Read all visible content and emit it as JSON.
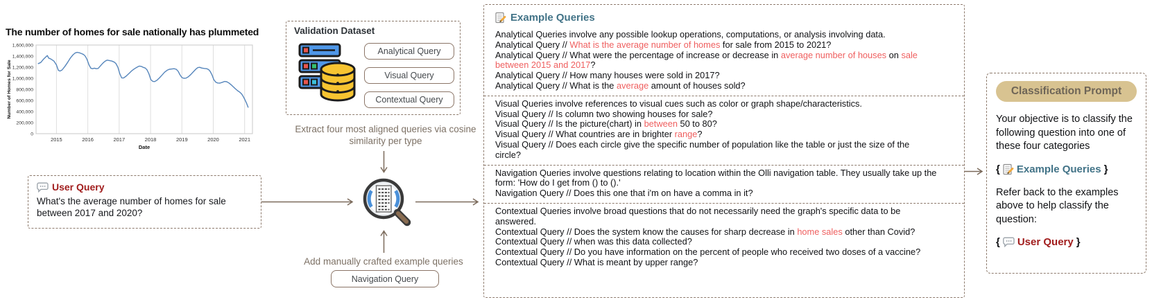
{
  "colors": {
    "dashed_border": "#8d7a6c",
    "arrow": "#7b6a5b",
    "dark_red": "#a11d1d",
    "highlight_red": "#ef5f5f",
    "teal": "#427387",
    "tan_bg": "#d8c391",
    "tan_text": "#6e6557",
    "chart_line": "#5585bb",
    "button_border": "#8a7466"
  },
  "chart_data": {
    "type": "line",
    "title": "The number of homes for sale nationally has plummeted",
    "xlabel": "Date",
    "ylabel": "Number of Homes for Sale",
    "xlim": [
      2014.35,
      2021.25
    ],
    "ylim": [
      0,
      1600000
    ],
    "x_ticks": [
      2015,
      2016,
      2017,
      2018,
      2019,
      2020,
      2021
    ],
    "y_ticks": [
      0,
      200000,
      400000,
      600000,
      800000,
      1000000,
      1200000,
      1400000,
      1600000
    ],
    "grid": "vertical",
    "legend": "none",
    "series": [
      {
        "name": "Number of Homes for Sale",
        "points": [
          [
            2014.42,
            1265000
          ],
          [
            2014.5,
            1285000
          ],
          [
            2014.58,
            1340000
          ],
          [
            2014.67,
            1390000
          ],
          [
            2014.71,
            1410000
          ],
          [
            2014.75,
            1365000
          ],
          [
            2014.83,
            1345000
          ],
          [
            2014.92,
            1310000
          ],
          [
            2015.0,
            1240000
          ],
          [
            2015.06,
            1145000
          ],
          [
            2015.11,
            1130000
          ],
          [
            2015.18,
            1150000
          ],
          [
            2015.27,
            1215000
          ],
          [
            2015.36,
            1290000
          ],
          [
            2015.45,
            1370000
          ],
          [
            2015.53,
            1425000
          ],
          [
            2015.6,
            1458000
          ],
          [
            2015.66,
            1468000
          ],
          [
            2015.73,
            1460000
          ],
          [
            2015.8,
            1445000
          ],
          [
            2015.87,
            1428000
          ],
          [
            2015.92,
            1398000
          ],
          [
            2015.97,
            1345000
          ],
          [
            2016.04,
            1240000
          ],
          [
            2016.1,
            1180000
          ],
          [
            2016.15,
            1172000
          ],
          [
            2016.21,
            1182000
          ],
          [
            2016.27,
            1172000
          ],
          [
            2016.33,
            1178000
          ],
          [
            2016.4,
            1222000
          ],
          [
            2016.48,
            1272000
          ],
          [
            2016.55,
            1308000
          ],
          [
            2016.62,
            1328000
          ],
          [
            2016.69,
            1320000
          ],
          [
            2016.77,
            1310000
          ],
          [
            2016.85,
            1290000
          ],
          [
            2016.9,
            1262000
          ],
          [
            2016.96,
            1198000
          ],
          [
            2017.02,
            1082000
          ],
          [
            2017.08,
            1008000
          ],
          [
            2017.14,
            1005000
          ],
          [
            2017.22,
            1038000
          ],
          [
            2017.31,
            1085000
          ],
          [
            2017.4,
            1135000
          ],
          [
            2017.49,
            1172000
          ],
          [
            2017.57,
            1200000
          ],
          [
            2017.64,
            1220000
          ],
          [
            2017.7,
            1215000
          ],
          [
            2017.77,
            1196000
          ],
          [
            2017.83,
            1185000
          ],
          [
            2017.89,
            1150000
          ],
          [
            2017.95,
            1078000
          ],
          [
            2018.01,
            975000
          ],
          [
            2018.07,
            945000
          ],
          [
            2018.13,
            940000
          ],
          [
            2018.2,
            962000
          ],
          [
            2018.28,
            1005000
          ],
          [
            2018.37,
            1060000
          ],
          [
            2018.45,
            1110000
          ],
          [
            2018.53,
            1145000
          ],
          [
            2018.6,
            1162000
          ],
          [
            2018.68,
            1168000
          ],
          [
            2018.75,
            1172000
          ],
          [
            2018.82,
            1162000
          ],
          [
            2018.88,
            1128000
          ],
          [
            2018.94,
            1062000
          ],
          [
            2019.0,
            1012000
          ],
          [
            2019.06,
            1000000
          ],
          [
            2019.13,
            1002000
          ],
          [
            2019.2,
            1025000
          ],
          [
            2019.28,
            1065000
          ],
          [
            2019.37,
            1120000
          ],
          [
            2019.45,
            1168000
          ],
          [
            2019.51,
            1192000
          ],
          [
            2019.57,
            1197000
          ],
          [
            2019.63,
            1185000
          ],
          [
            2019.71,
            1178000
          ],
          [
            2019.79,
            1172000
          ],
          [
            2019.85,
            1158000
          ],
          [
            2019.9,
            1125000
          ],
          [
            2019.96,
            1060000
          ],
          [
            2020.02,
            972000
          ],
          [
            2020.08,
            930000
          ],
          [
            2020.14,
            915000
          ],
          [
            2020.21,
            912000
          ],
          [
            2020.29,
            928000
          ],
          [
            2020.36,
            942000
          ],
          [
            2020.43,
            938000
          ],
          [
            2020.5,
            915000
          ],
          [
            2020.57,
            882000
          ],
          [
            2020.64,
            845000
          ],
          [
            2020.71,
            808000
          ],
          [
            2020.78,
            775000
          ],
          [
            2020.85,
            748000
          ],
          [
            2020.9,
            720000
          ],
          [
            2020.95,
            678000
          ],
          [
            2021.0,
            625000
          ],
          [
            2021.06,
            552000
          ],
          [
            2021.11,
            478000
          ]
        ]
      }
    ]
  },
  "user_query": {
    "title": "User Query",
    "text": "What's the average number of homes for sale between 2017 and 2020?"
  },
  "validation": {
    "title": "Validation Dataset",
    "buttons": [
      "Analytical Query",
      "Visual Query",
      "Contextual Query"
    ]
  },
  "pipeline": {
    "extract_note": "Extract four most aligned queries via cosine similarity per type",
    "add_note": "Add manually crafted example queries",
    "navigation_button": "Navigation Query"
  },
  "example_queries": {
    "title": "Example Queries",
    "sections": [
      {
        "paragraphs": [
          [
            {
              "t": "Analytical Queries involve any possible lookup operations, computations, or analysis involving data."
            }
          ],
          [
            {
              "t": "Analytical Query // "
            },
            {
              "t": "What is the average number of homes",
              "hl": true
            },
            {
              "t": " for sale from 2015 to 2021?"
            }
          ],
          [
            {
              "t": "Analytical Query // What were the percentage of increase or decrease in "
            },
            {
              "t": "average number of houses",
              "hl": true
            },
            {
              "t": " on "
            },
            {
              "t": "sale between 2015 and 2017",
              "hl": true
            },
            {
              "t": "?"
            }
          ],
          [
            {
              "t": "Analytical Query // How many houses were sold in 2017?"
            }
          ],
          [
            {
              "t": "Analytical Query // What is the "
            },
            {
              "t": "average",
              "hl": true
            },
            {
              "t": " amount of houses sold?"
            }
          ]
        ]
      },
      {
        "paragraphs": [
          [
            {
              "t": "Visual Queries involve references to visual cues such as color or graph shape/characteristics."
            }
          ],
          [
            {
              "t": "Visual Query // Is column two showing houses for sale?"
            }
          ],
          [
            {
              "t": "Visual Query // Is the picture(chart) in "
            },
            {
              "t": "between",
              "hl": true
            },
            {
              "t": " 50 to 80?"
            }
          ],
          [
            {
              "t": "Visual Query // What countries are in brighter "
            },
            {
              "t": "range",
              "hl": true
            },
            {
              "t": "?"
            }
          ],
          [
            {
              "t": "Visual Query // Does each circle give the specific number of population like the table or just the size of the circle?"
            }
          ]
        ]
      },
      {
        "paragraphs": [
          [
            {
              "t": "Navigation Queries involve questions relating to location within the Olli navigation table. They usually take up the form: 'How do I get from () to ().'"
            }
          ],
          [
            {
              "t": "Navigation Query // Does this one that i'm on have a comma in it?"
            }
          ]
        ]
      },
      {
        "paragraphs": [
          [
            {
              "t": "Contextual Queries involve broad questions that do not necessarily need the graph's specific data to be answered."
            }
          ],
          [
            {
              "t": "Contextual Query // Does the system know the causes for sharp decrease in "
            },
            {
              "t": "home sales",
              "hl": true
            },
            {
              "t": " other than Covid?"
            }
          ],
          [
            {
              "t": "Contextual Query // when was this data collected?"
            }
          ],
          [
            {
              "t": "Contextual Query // Do you have information on the percent of people who received two doses of a vaccine?"
            }
          ],
          [
            {
              "t": "Contextual Query // What is meant by upper range?"
            }
          ]
        ]
      }
    ]
  },
  "classification": {
    "title": "Classification Prompt",
    "paragraph1": "Your objective is to classify the following question into one of these four categories",
    "example_ref": {
      "open": "{",
      "label": "Example Queries",
      "close": "}"
    },
    "paragraph2": "Refer back to the examples above to help classify the question:",
    "user_ref": {
      "open": "{",
      "label": "User Query",
      "close": "}"
    }
  }
}
